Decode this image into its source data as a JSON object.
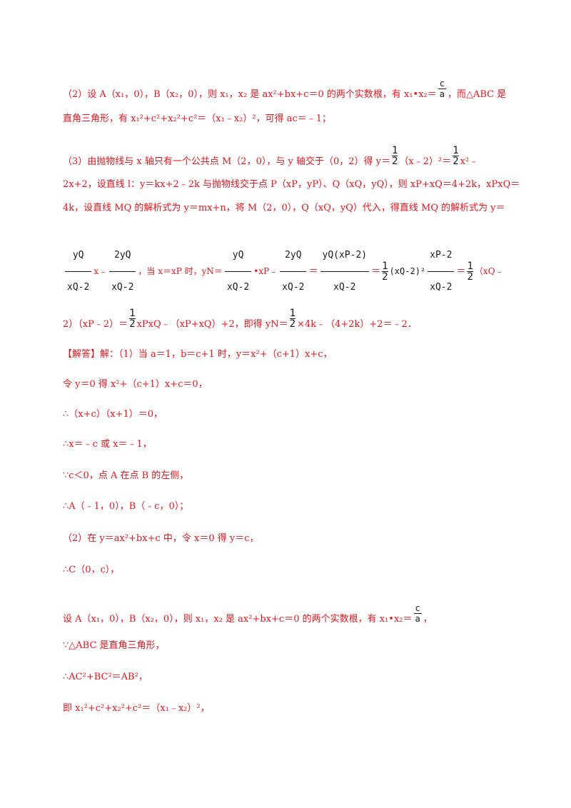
{
  "part2_solution": {
    "line1": "（2）设 A（x₁，0），B（x₂，0），则 x₁，x₂ 是 ax²+bx+c＝0 的两个实数根，有 x₁•x₂＝",
    "line1_frac_num": "c",
    "line1_frac_den": "a",
    "line1_tail": "，而△ABC 是",
    "line2": "直角三角形，有 x₁²+c²+x₂²+c²＝（x₁﹣x₂）²，可得 ac＝﹣1；"
  },
  "part3_solution": {
    "line1_a": "（3）由抛物线与 x 轴只有一个公共点 M（2，0），与 y 轴交于（0，2）得 y＝",
    "half": {
      "num": "1",
      "den": "2"
    },
    "line1_b": "（x﹣2）²＝",
    "line1_c": "x²﹣",
    "line2": "2x+2，设直线 l：y＝kx+2﹣2k 与抛物线交于点 P（xP，yP）、Q（xQ，yQ），则 xP+xQ＝4+2k，xPxQ＝",
    "line3": "4k，设直线 MQ 的解析式为 y＝mx+n，将 M（2，0），Q（xQ，yQ）代入，得直线 MQ 的解析式为 y＝",
    "formula": {
      "f1_num": "yQ",
      "f1_den": "xQ-2",
      "x_text": "x﹣",
      "f2_num": "2yQ",
      "f2_den": "xQ-2",
      "mid_text": "，当 x＝xP 时，yN＝",
      "f3_num": "yQ",
      "f3_den": "xQ-2",
      "xp_text": "•xP﹣",
      "f4_num": "2yQ",
      "f4_den": "xQ-2",
      "eq": "＝",
      "f5_num": "yQ(xP-2)",
      "f5_den": "xQ-2",
      "eq2": "＝",
      "half_mid": "(xQ-2)²",
      "f6_num": "xP-2",
      "f6_den": "xQ-2",
      "eq3": "＝",
      "tail": "（xQ﹣"
    },
    "line5_a": "2）（xP﹣2）＝",
    "line5_b": "xPxQ﹣（xP+xQ）+2，即得 yN＝",
    "line5_c": "×4k﹣（4+2k）+2＝﹣2．"
  },
  "answer": {
    "label": "【解答】",
    "l1": "解：（1）当 a＝1，b＝c+1 时，y＝x²+（c+1）x+c，",
    "l2": "令 y＝0 得 x²+（c+1）x+c＝0，",
    "l3": "∴（x+c）（x+1）＝0，",
    "l4": "∴x＝﹣c 或 x＝﹣1，",
    "l5": "∵c＜0，点 A 在点 B 的左侧，",
    "l6": "∴A（﹣1，0），B（﹣c，0）；",
    "l7": "（2）在 y＝ax²+bx+c 中，令 x＝0 得 y＝c，",
    "l8": "∴C（0，c），",
    "l9": "设 A（x₁，0），B（x₂，0），则 x₁，x₂ 是 ax²+bx+c＝0 的两个实数根，有 x₁•x₂＝",
    "l9_frac_num": "c",
    "l9_frac_den": "a",
    "l9_tail": "，",
    "l10": "∵△ABC 是直角三角形，",
    "l11": "∴AC²+BC²＝AB²，",
    "l12": "即 x₁²+c²+x₂²+c²＝（x₁﹣x₂）²，"
  }
}
